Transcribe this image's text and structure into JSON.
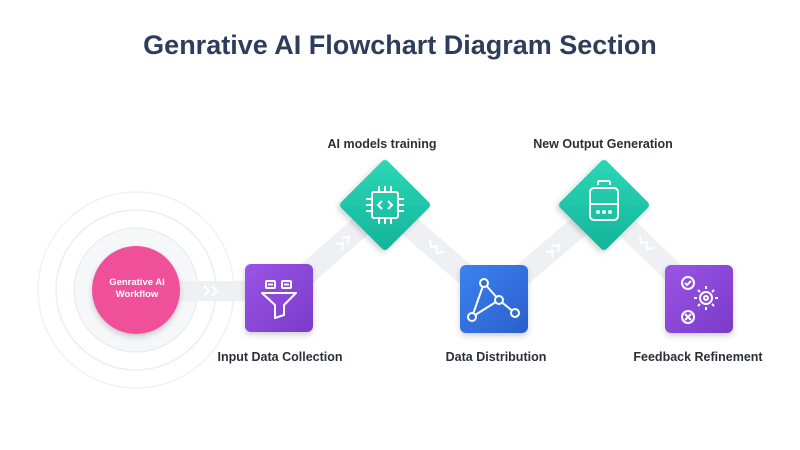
{
  "title": "Genrative AI Flowchart Diagram Section",
  "center": {
    "label": "Genrative AI Workflow"
  },
  "steps": [
    {
      "label": "Input Data Collection",
      "icon": "funnel-icon",
      "color": "#8a45d6"
    },
    {
      "label": "AI models training",
      "icon": "chip-icon",
      "color": "#1fc6a8"
    },
    {
      "label": "Data Distribution",
      "icon": "network-graph-icon",
      "color": "#2f6ed8"
    },
    {
      "label": "New Output Generation",
      "icon": "robot-icon",
      "color": "#1fc6a8"
    },
    {
      "label": "Feedback Refinement",
      "icon": "gear-check-icon",
      "color": "#8a45d6"
    }
  ],
  "colors": {
    "title": "#2c3e5c",
    "center": "#f0509a",
    "connector": "#eef0f3",
    "chevron": "#ffffff"
  }
}
